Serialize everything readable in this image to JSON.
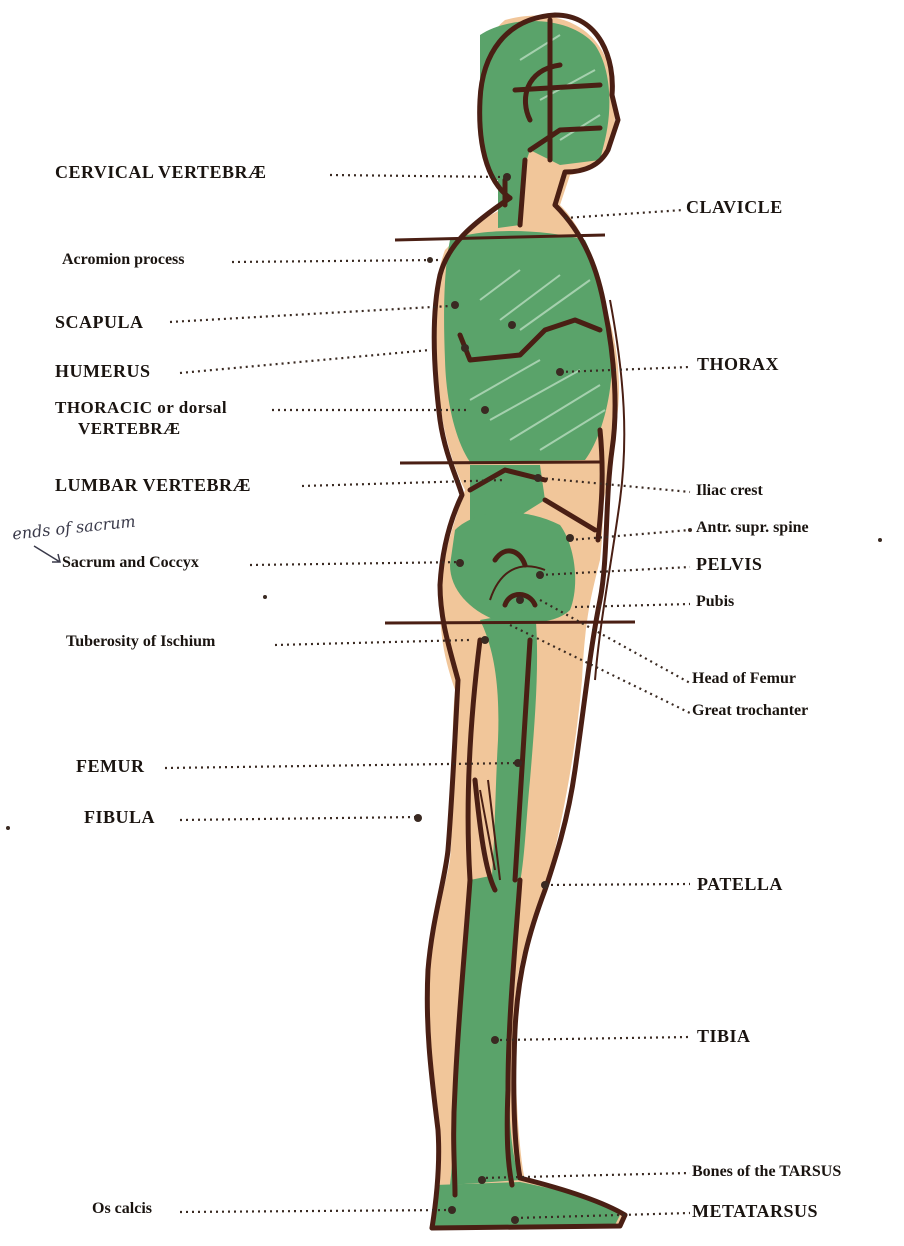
{
  "colors": {
    "green": "#5aa36a",
    "flesh": "#f1c69a",
    "outline": "#4a1f14",
    "dots": "#3a2a22",
    "text": "#1a1410"
  },
  "labels": {
    "cervical": "CERVICAL VERTEBRÆ",
    "clavicle": "CLAVICLE",
    "acromion": "Acromion process",
    "scapula": "SCAPULA",
    "humerus": "HUMERUS",
    "thorax": "THORAX",
    "thoracic_line1": "THORACIC or dorsal",
    "thoracic_line2": "VERTEBRÆ",
    "lumbar": "LUMBAR VERTEBRÆ",
    "iliac": "Iliac crest",
    "antr_spine": "Antr. supr. spine",
    "sacrum": "Sacrum and Coccyx",
    "pelvis": "PELVIS",
    "pubis": "Pubis",
    "ischium": "Tuberosity of Ischium",
    "head_femur": "Head of Femur",
    "great_troch": "Great trochanter",
    "femur": "FEMUR",
    "patella": "PATELLA",
    "fibula": "FIBULA",
    "tibia": "TIBIA",
    "tarsus": "Bones of the TARSUS",
    "os_calcis": "Os calcis",
    "metatarsus": "METATARSUS"
  },
  "handwritten_note": "ends of sacrum"
}
